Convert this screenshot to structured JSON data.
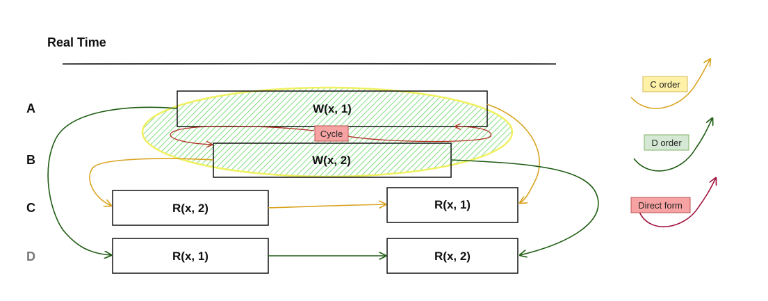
{
  "title": "Real Time",
  "processes": [
    {
      "name": "A",
      "color": "#111111"
    },
    {
      "name": "B",
      "color": "#111111"
    },
    {
      "name": "C",
      "color": "#111111"
    },
    {
      "name": "D",
      "color": "#777777"
    }
  ],
  "operations": {
    "a_write": "W(x, 1)",
    "b_write": "W(x, 2)",
    "c_read_left": "R(x, 2)",
    "c_read_right": "R(x, 1)",
    "d_read_left": "R(x, 1)",
    "d_read_right": "R(x, 2)"
  },
  "cycle_label": "Cycle",
  "legend": [
    {
      "label": "C order",
      "edge_color": "#d9a320",
      "fill": "#fff2a8",
      "border": "#d6b656"
    },
    {
      "label": "D order",
      "edge_color": "#1e5c12",
      "fill": "#d5e8d4",
      "border": "#82b366"
    },
    {
      "label": "Direct form",
      "edge_color": "#a0103a",
      "fill": "#f8cecc",
      "border": "#b85450"
    }
  ],
  "colors": {
    "c_order": "#d9a320",
    "d_order": "#1e5c12",
    "cycle": "#b03020",
    "hatch": "#5fd35f",
    "ellipse_border": "#f0f060"
  }
}
